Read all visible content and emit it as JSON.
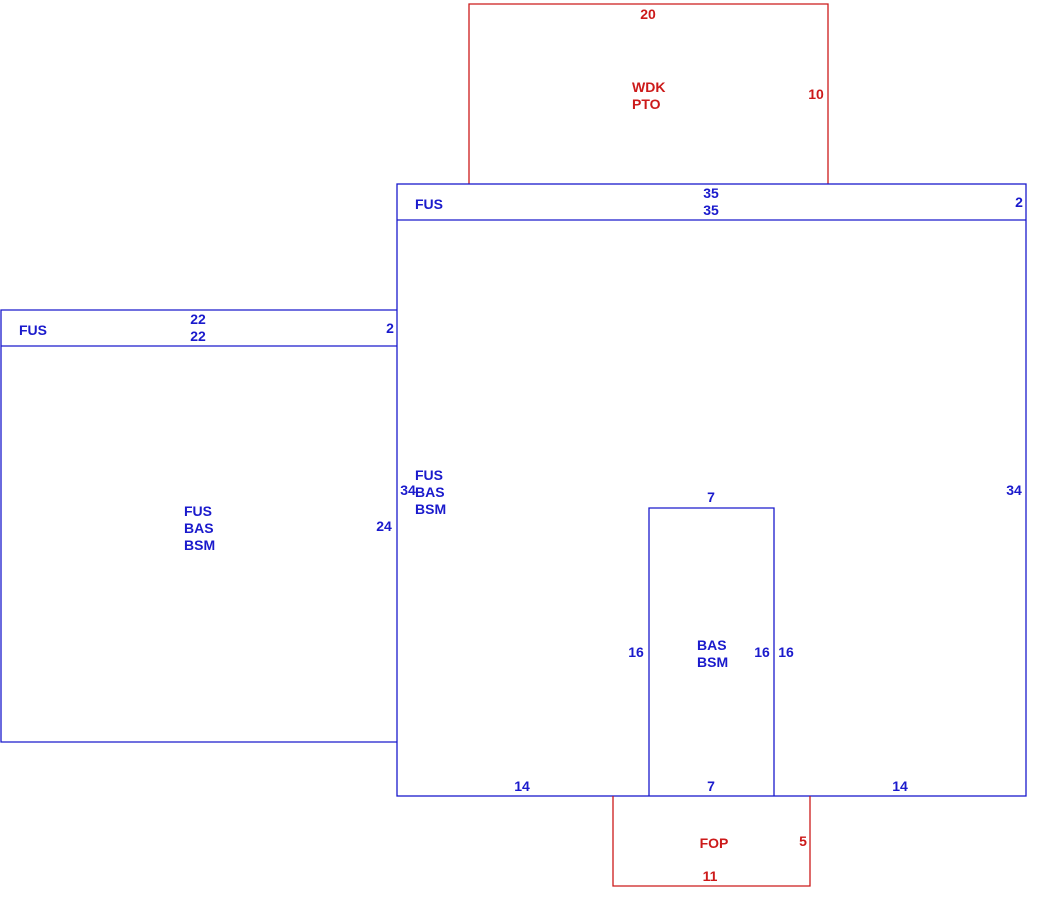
{
  "colors": {
    "main": "#1a1acc",
    "attached": "#cc1a1a",
    "background": "#ffffff"
  },
  "areas": {
    "deck": {
      "codes": [
        "WDK",
        "PTO"
      ],
      "dims": {
        "top": "20",
        "right": "10"
      }
    },
    "right_overhang": {
      "code": "FUS",
      "dims": {
        "top": "35",
        "bottom": "35",
        "right": "2"
      }
    },
    "left_overhang": {
      "code": "FUS",
      "dims": {
        "top": "22",
        "bottom": "22",
        "right": "2"
      }
    },
    "left_wing": {
      "codes": [
        "FUS",
        "BAS",
        "BSM"
      ],
      "dims": {
        "right": "24"
      }
    },
    "main_block": {
      "codes": [
        "FUS",
        "BAS",
        "BSM"
      ],
      "dims": {
        "left": "34",
        "right": "34",
        "bottom_left": "14",
        "bottom_right": "14"
      }
    },
    "bump_out": {
      "codes": [
        "BAS",
        "BSM"
      ],
      "dims": {
        "top": "7",
        "left": "16",
        "right_inner": "16",
        "right_outer": "16",
        "bottom": "7"
      }
    },
    "porch": {
      "code": "FOP",
      "dims": {
        "right": "5",
        "bottom": "11"
      }
    }
  }
}
